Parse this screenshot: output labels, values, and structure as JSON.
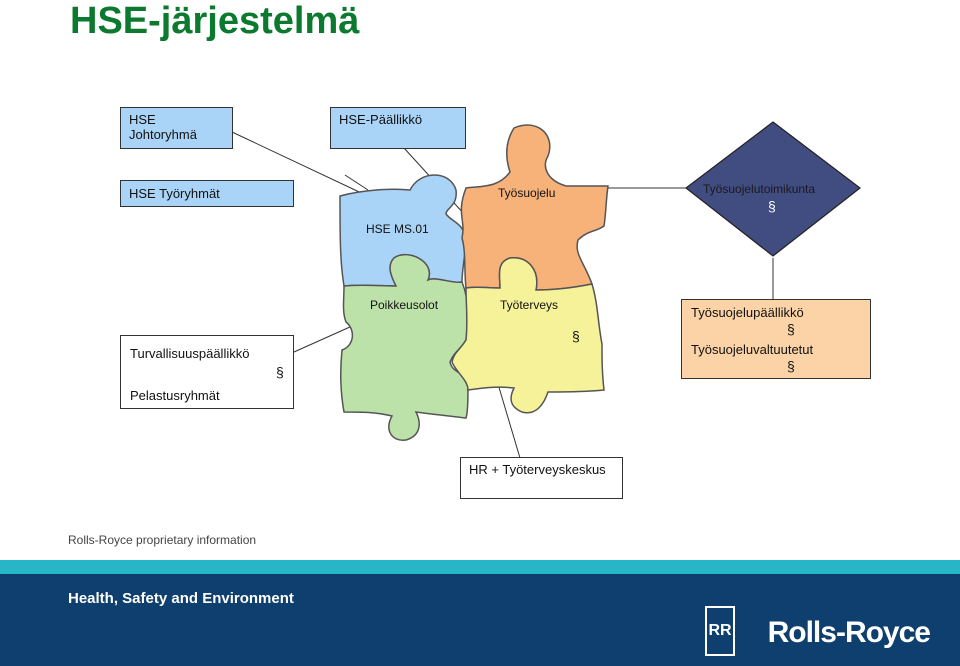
{
  "title": "HSE-järjestelmä",
  "boxes": {
    "hse_johtoryhma": "HSE Johtoryhmä",
    "hse_paallikko": "HSE-Päällikkö",
    "hse_tyoryhmat": "HSE Työryhmät",
    "turvallisuus_group": {
      "line1": "Turvallisuuspäällikkö",
      "line2": "Pelastusryhmät"
    },
    "tyosuojelu_group": {
      "line1": "Työsuojelupäällikkö",
      "line2": "Työsuojeluvaltuutetut"
    },
    "hr": "HR + Työterveyskeskus"
  },
  "diamond": {
    "label": "Työsuojelutoimikunta"
  },
  "puzzle": {
    "piece_top_left": "HSE MS.01",
    "piece_top_right": "Työsuojelu",
    "piece_bottom_left": "Poikkeusolot",
    "piece_bottom_right": "Työterveys"
  },
  "section_mark": "§",
  "footer": {
    "note": "Rolls-Royce proprietary information",
    "band_title": "Health, Safety and Environment",
    "brand": "Rolls-Royce",
    "badge": "RR"
  },
  "colors": {
    "title": "#0b7a2e",
    "blue_piece": "#a9d4f7",
    "orange_piece": "#f7b27a",
    "green_piece": "#bde2a9",
    "yellow_piece": "#f6f29a",
    "diamond": "#414c80",
    "band": "#0e3f6e",
    "band_top": "#26b6c8"
  }
}
